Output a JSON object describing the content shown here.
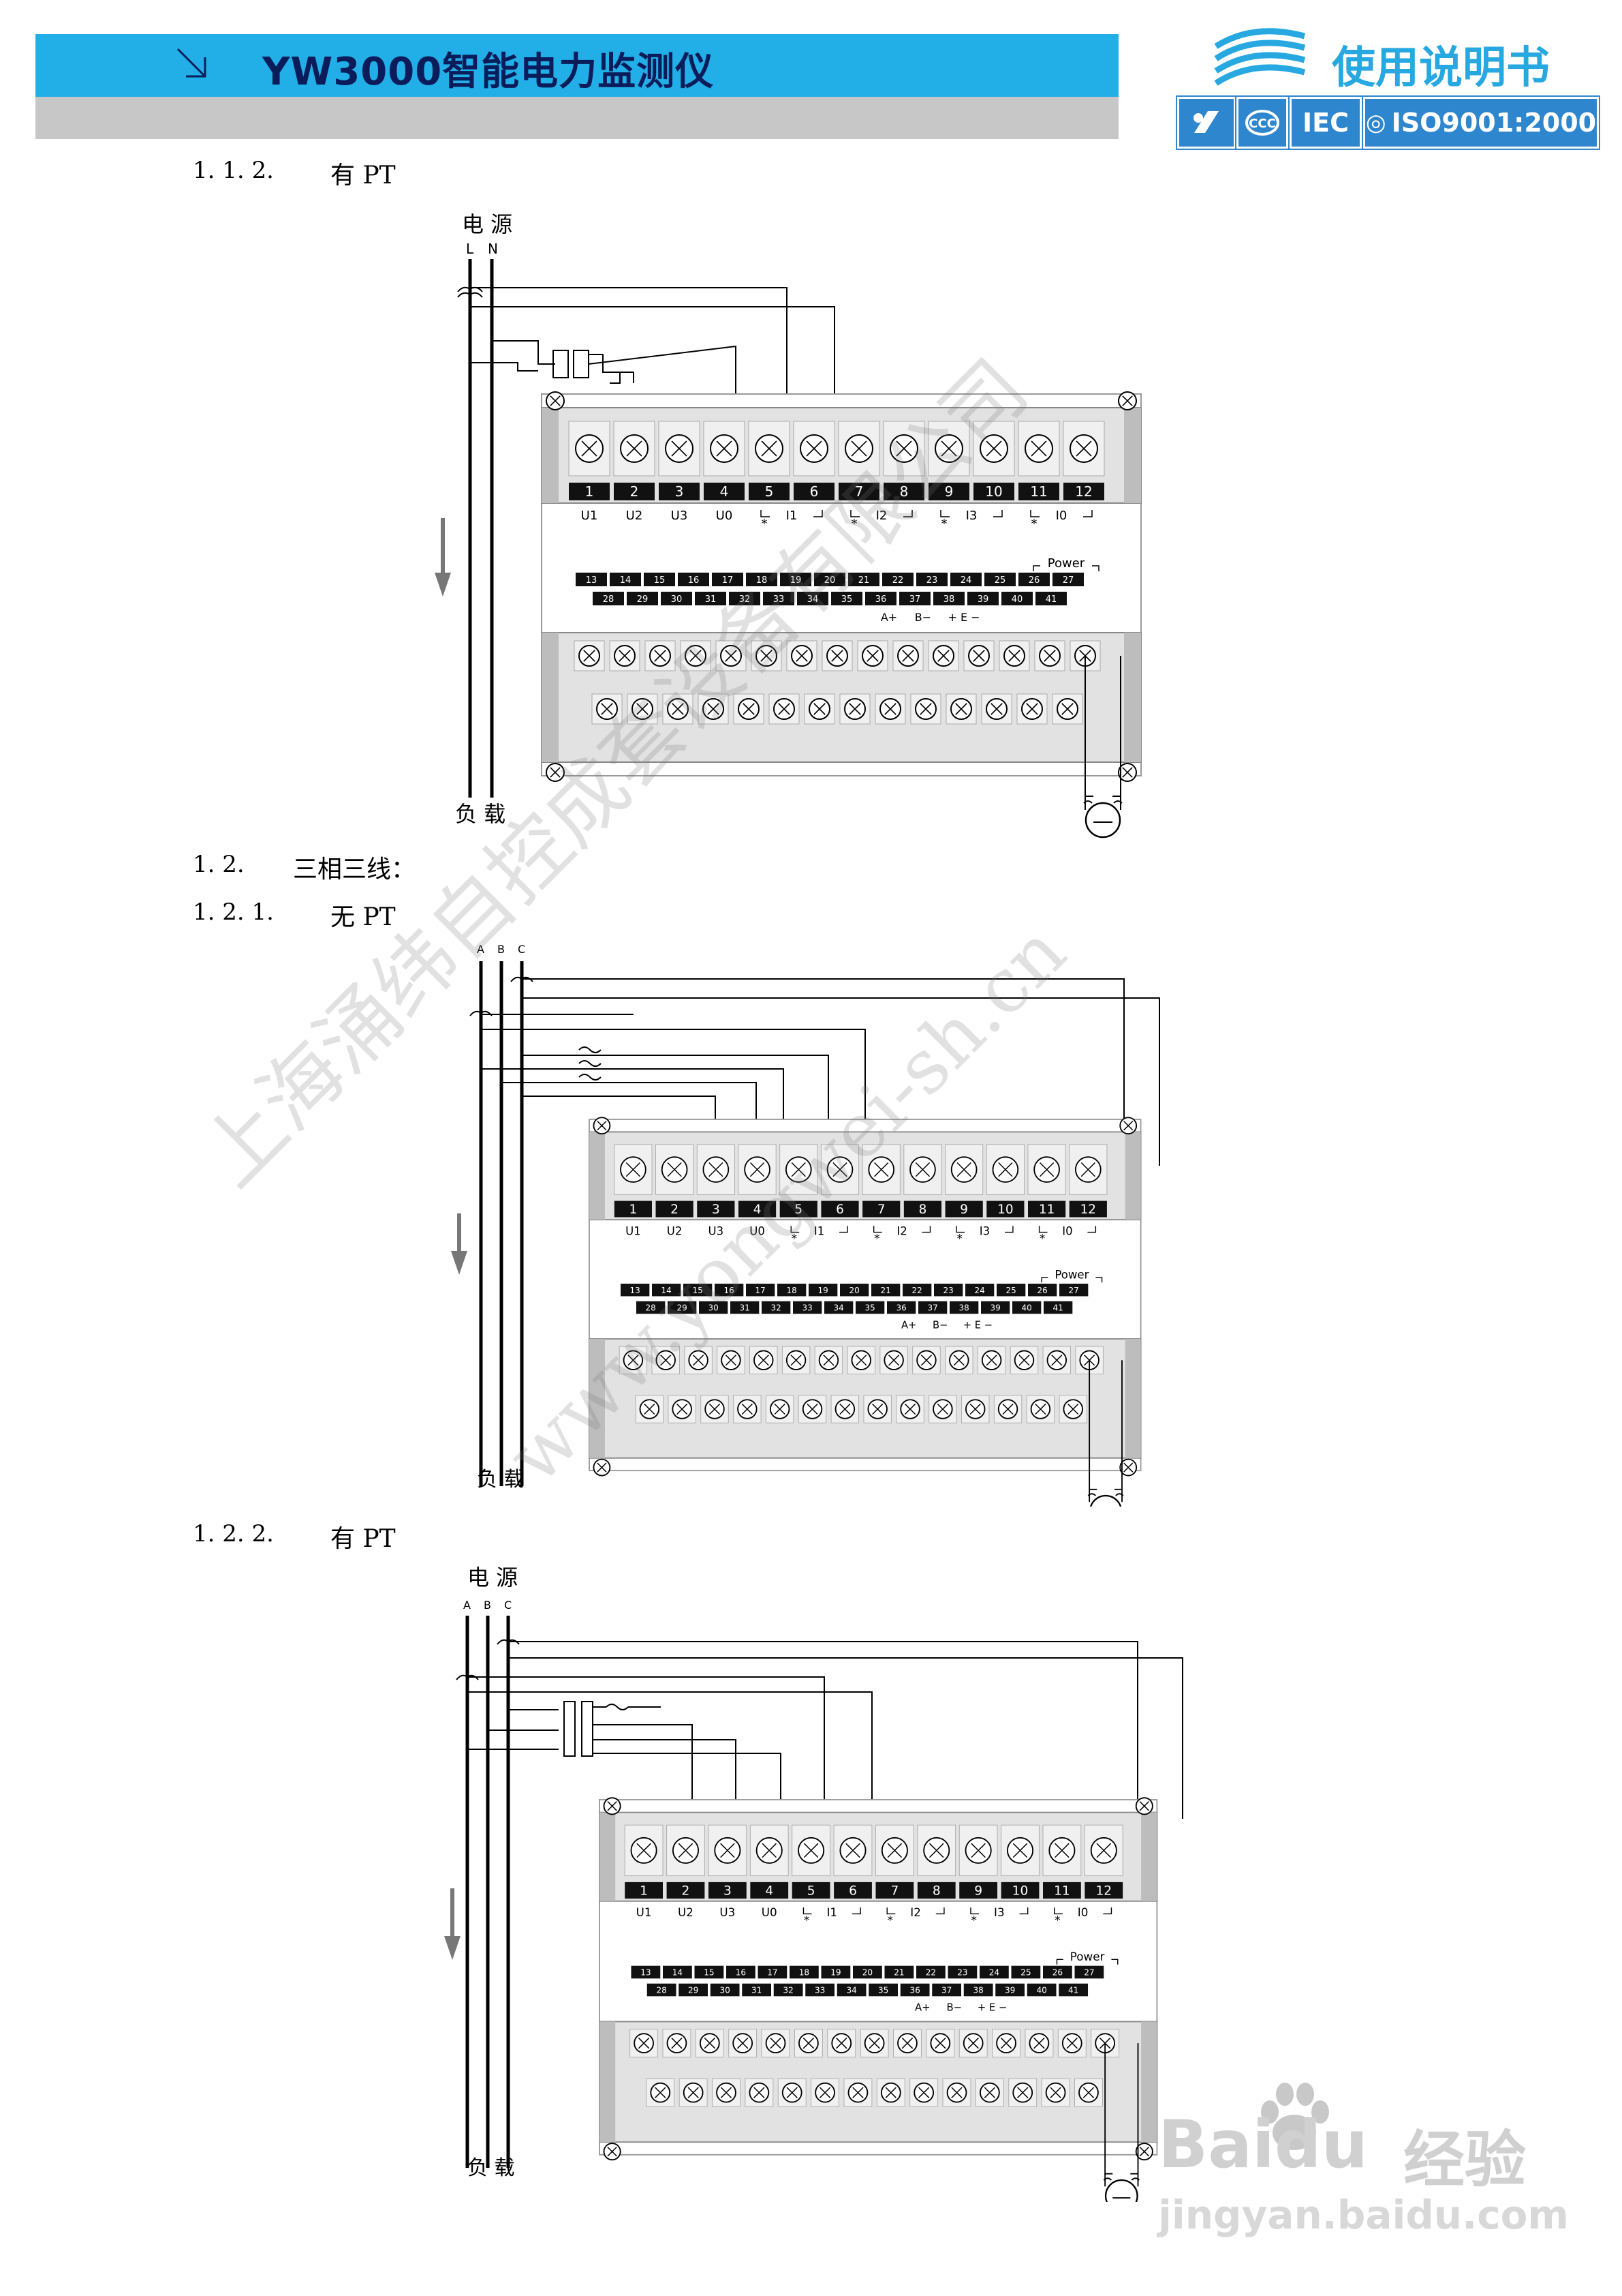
{
  "header": {
    "title": "YW3000智能电力监测仪",
    "manual_label": "使用说明书",
    "certifications": [
      "IEC",
      "ISO9001:2000"
    ]
  },
  "sections": [
    {
      "num": "1. 1. 2.",
      "title": "有 PT"
    },
    {
      "num": "1. 2.",
      "title": "三相三线："
    },
    {
      "num": "1. 2. 1.",
      "title": "无 PT"
    },
    {
      "num": "1. 2. 2.",
      "title": "有 PT"
    }
  ],
  "diagram_labels": {
    "power_source": "电 源",
    "load": "负 载",
    "ln": [
      "L",
      "N"
    ],
    "abc": [
      "A",
      "B",
      "C"
    ],
    "power": "Power",
    "comm": [
      "A+",
      "B−",
      "+ E −"
    ]
  },
  "terminals": {
    "top": [
      "1",
      "2",
      "3",
      "4",
      "5",
      "6",
      "7",
      "8",
      "9",
      "10",
      "11",
      "12"
    ],
    "top_labels": [
      "U1",
      "U2",
      "U3",
      "U0",
      "I1",
      "I2",
      "I3",
      "I0"
    ],
    "row1": [
      "13",
      "14",
      "15",
      "16",
      "17",
      "18",
      "19",
      "20",
      "21",
      "22",
      "23",
      "24",
      "25",
      "26",
      "27"
    ],
    "row2": [
      "28",
      "29",
      "30",
      "31",
      "32",
      "33",
      "34",
      "35",
      "36",
      "37",
      "38",
      "39",
      "40",
      "41"
    ]
  },
  "watermark": {
    "company": "上海涌纬自控成套设备有限公司",
    "url": "www.yongwei-sh.cn"
  },
  "baidu": {
    "brand": "Baidu",
    "brand_cn": "经验",
    "url": "jingyan.baidu.com"
  }
}
